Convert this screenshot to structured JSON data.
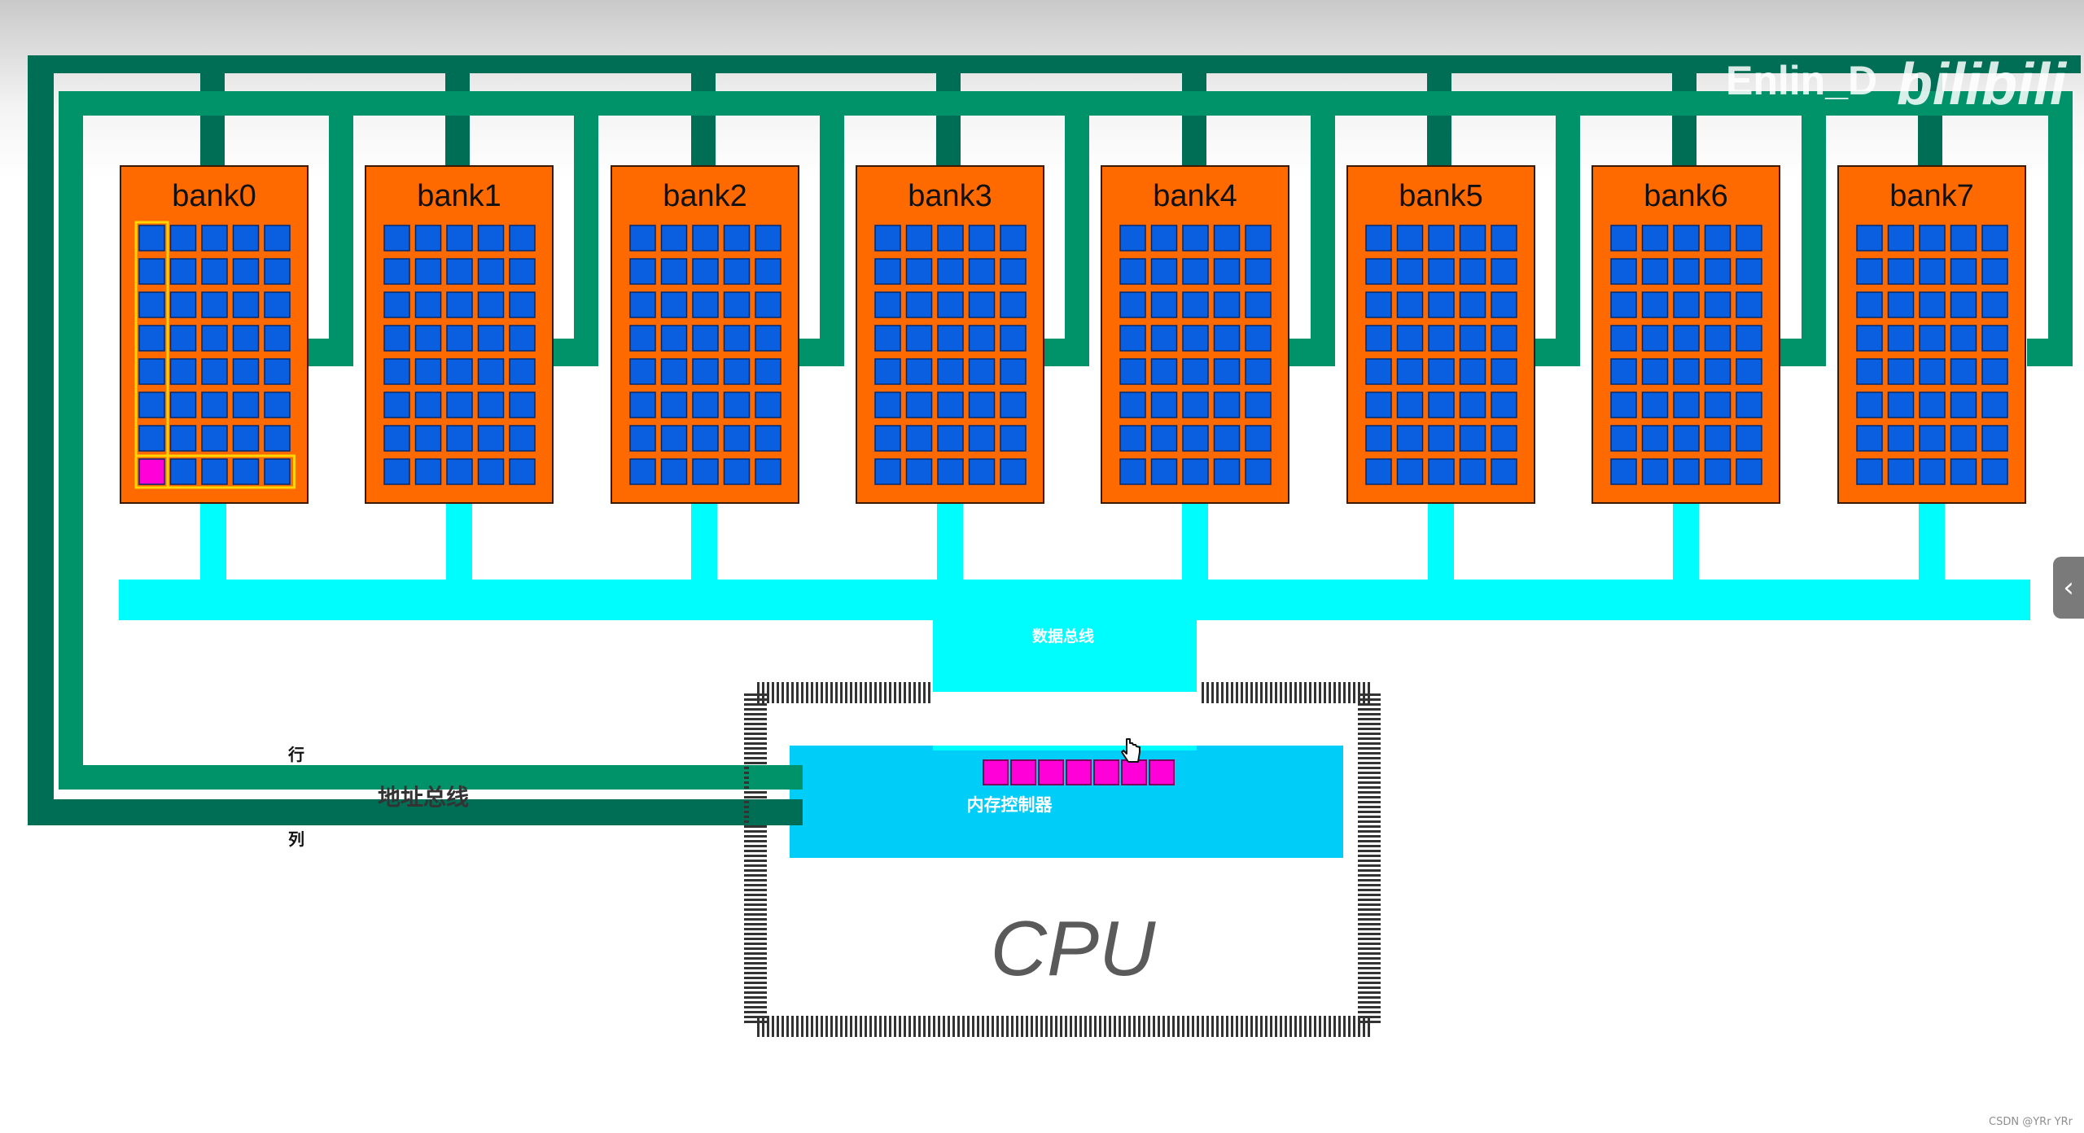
{
  "diagram": {
    "banks": [
      {
        "label": "bank0"
      },
      {
        "label": "bank1"
      },
      {
        "label": "bank2"
      },
      {
        "label": "bank3"
      },
      {
        "label": "bank4"
      },
      {
        "label": "bank5"
      },
      {
        "label": "bank6"
      },
      {
        "label": "bank7"
      }
    ],
    "cell_rows": 8,
    "cell_cols": 5,
    "highlighted_bank": 0,
    "data_bus_label": "数据总线",
    "address_bus_label": "地址总线",
    "row_label": "行",
    "column_label": "列",
    "memory_controller_label": "内存控制器",
    "controller_register_cells": 7,
    "cpu_label": "CPU"
  },
  "watermark": {
    "author": "Enlin_D",
    "site": "bilibili",
    "credit": "CSDN @YRr YRr"
  },
  "colors": {
    "bank_fill": "#ff6a00",
    "cell_fill": "#0a5ee0",
    "highlight_cell": "#ff00d8",
    "highlight_outline": "#ffd400",
    "data_bus": "#00fdfd",
    "address_bus_outer": "#006d55",
    "address_bus_inner": "#00936a",
    "controller": "#00cdf8",
    "cpu_pins": "#333333",
    "cpu_label": "#5a5a5a"
  },
  "icons": {
    "side_tab": "chevron-left-icon",
    "cursor": "hand-pointer-icon"
  }
}
